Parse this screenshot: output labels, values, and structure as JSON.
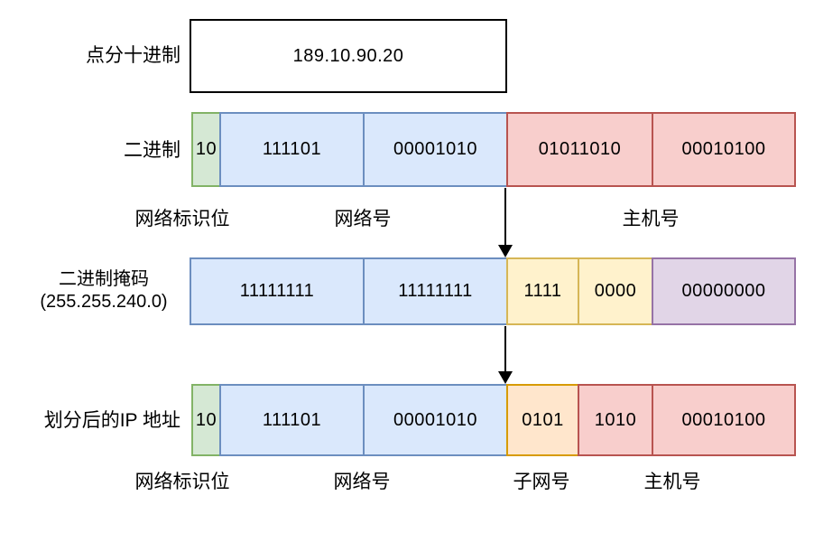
{
  "palette": {
    "green_fill": "#d5e8d4",
    "green_stroke": "#82b366",
    "blue_fill": "#dae8fc",
    "blue_stroke": "#6c8ebf",
    "red_fill": "#f8cecc",
    "red_stroke": "#b85450",
    "yellow_fill": "#fff2cc",
    "yellow_stroke": "#d6b656",
    "orange_fill": "#ffe6cc",
    "orange_stroke": "#d79b00",
    "purple_fill": "#e1d5e7",
    "purple_stroke": "#9673a6"
  },
  "decimal": {
    "label": "点分十进制",
    "value": "189.10.90.20"
  },
  "binary": {
    "label": "二进制",
    "cells": [
      {
        "text": "10",
        "fill": "#d5e8d4",
        "stroke": "#82b366"
      },
      {
        "text": "111101",
        "fill": "#dae8fc",
        "stroke": "#6c8ebf"
      },
      {
        "text": "00001010",
        "fill": "#dae8fc",
        "stroke": "#6c8ebf"
      },
      {
        "text": "01011010",
        "fill": "#f8cecc",
        "stroke": "#b85450"
      },
      {
        "text": "00010100",
        "fill": "#f8cecc",
        "stroke": "#b85450"
      }
    ],
    "captions": [
      "网络标识位",
      "网络号",
      "主机号"
    ]
  },
  "mask": {
    "label_line1": "二进制掩码",
    "label_line2": "(255.255.240.0)",
    "cells": [
      {
        "text": "11111111",
        "fill": "#dae8fc",
        "stroke": "#6c8ebf"
      },
      {
        "text": "11111111",
        "fill": "#dae8fc",
        "stroke": "#6c8ebf"
      },
      {
        "text": "1111",
        "fill": "#fff2cc",
        "stroke": "#d6b656"
      },
      {
        "text": "0000",
        "fill": "#fff2cc",
        "stroke": "#d6b656"
      },
      {
        "text": "00000000",
        "fill": "#e1d5e7",
        "stroke": "#9673a6"
      }
    ]
  },
  "divided": {
    "label": "划分后的IP 地址",
    "cells": [
      {
        "text": "10",
        "fill": "#d5e8d4",
        "stroke": "#82b366"
      },
      {
        "text": "111101",
        "fill": "#dae8fc",
        "stroke": "#6c8ebf"
      },
      {
        "text": "00001010",
        "fill": "#dae8fc",
        "stroke": "#6c8ebf"
      },
      {
        "text": "0101",
        "fill": "#ffe6cc",
        "stroke": "#d79b00"
      },
      {
        "text": "1010",
        "fill": "#f8cecc",
        "stroke": "#b85450"
      },
      {
        "text": "00010100",
        "fill": "#f8cecc",
        "stroke": "#b85450"
      }
    ],
    "captions": [
      "网络标识位",
      "网络号",
      "子网号",
      "主机号"
    ]
  }
}
